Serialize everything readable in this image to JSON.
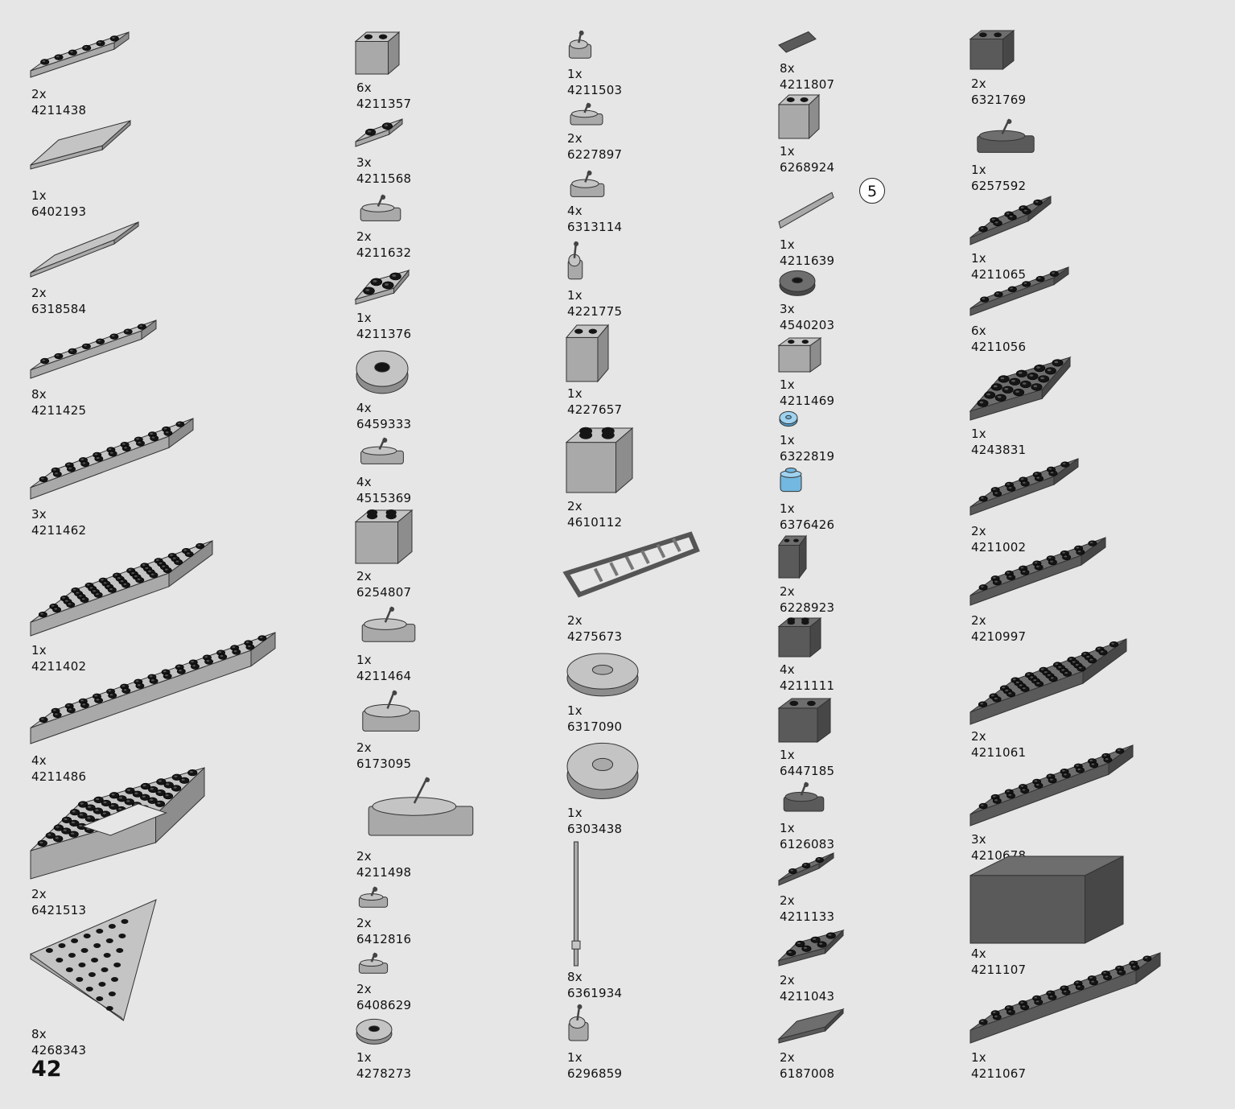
{
  "page_number": "42",
  "callout_step": "5",
  "colors": {
    "background": "#e6e6e6",
    "light_gray": "#a9a9a9",
    "dark_gray": "#5a5a5a",
    "stud_black": "#151515",
    "trans_blue": "#72b8e0",
    "outline": "#333333"
  },
  "parts": [
    {
      "qty": "2x",
      "id": "4211438",
      "icon": "plate-1x6-icon",
      "color": "light"
    },
    {
      "qty": "1x",
      "id": "6402193",
      "icon": "tile-6x6-icon",
      "color": "light"
    },
    {
      "qty": "2x",
      "id": "6318584",
      "icon": "tile-2x8-icon",
      "color": "light"
    },
    {
      "qty": "8x",
      "id": "4211425",
      "icon": "plate-1x8-icon",
      "color": "light"
    },
    {
      "qty": "3x",
      "id": "4211462",
      "icon": "plate-2x10-icon",
      "color": "light"
    },
    {
      "qty": "1x",
      "id": "4211402",
      "icon": "plate-4x10-icon",
      "color": "light"
    },
    {
      "qty": "4x",
      "id": "4211486",
      "icon": "plate-2x16-icon",
      "color": "light"
    },
    {
      "qty": "2x",
      "id": "6421513",
      "icon": "technic-frame-6x8-icon",
      "color": "light"
    },
    {
      "qty": "8x",
      "id": "4268343",
      "icon": "wedge-plate-icon",
      "color": "light"
    },
    {
      "qty": "6x",
      "id": "4211357",
      "icon": "slope-bracket-icon",
      "color": "light"
    },
    {
      "qty": "3x",
      "id": "4211568",
      "icon": "plate-1x2-icon",
      "color": "light"
    },
    {
      "qty": "2x",
      "id": "4211632",
      "icon": "plate-clips-icon",
      "color": "light"
    },
    {
      "qty": "1x",
      "id": "4211376",
      "icon": "plate-2x2-pin-icon",
      "color": "light"
    },
    {
      "qty": "4x",
      "id": "6459333",
      "icon": "round-plate-bars-icon",
      "color": "light"
    },
    {
      "qty": "4x",
      "id": "4515369",
      "icon": "plate-bar-handle-icon",
      "color": "light"
    },
    {
      "qty": "2x",
      "id": "6254807",
      "icon": "bracket-2x2-icon",
      "color": "light"
    },
    {
      "qty": "1x",
      "id": "4211464",
      "icon": "plate-handles-icon",
      "color": "light"
    },
    {
      "qty": "2x",
      "id": "6173095",
      "icon": "plate-pin-icon",
      "color": "light"
    },
    {
      "qty": "2x",
      "id": "4211498",
      "icon": "plate-rail-icon",
      "color": "light"
    },
    {
      "qty": "2x",
      "id": "6412816",
      "icon": "tile-rounded-icon",
      "color": "light"
    },
    {
      "qty": "2x",
      "id": "6408629",
      "icon": "tile-curved-icon",
      "color": "light"
    },
    {
      "qty": "1x",
      "id": "4278273",
      "icon": "round-plate-2x2-icon",
      "color": "light"
    },
    {
      "qty": "1x",
      "id": "4211503",
      "icon": "lightsaber-hilt-icon",
      "color": "light"
    },
    {
      "qty": "2x",
      "id": "6227897",
      "icon": "clip-bar-icon",
      "color": "light"
    },
    {
      "qty": "4x",
      "id": "6313114",
      "icon": "plate-clip-icon",
      "color": "light"
    },
    {
      "qty": "1x",
      "id": "4221775",
      "icon": "lever-base-icon",
      "color": "light"
    },
    {
      "qty": "1x",
      "id": "4227657",
      "icon": "minifig-legs-icon",
      "color": "light"
    },
    {
      "qty": "2x",
      "id": "4610112",
      "icon": "container-box-icon",
      "color": "light"
    },
    {
      "qty": "2x",
      "id": "4275673",
      "icon": "ladder-icon",
      "color": "light"
    },
    {
      "qty": "1x",
      "id": "6317090",
      "icon": "dish-icon",
      "color": "light"
    },
    {
      "qty": "1x",
      "id": "6303438",
      "icon": "round-container-icon",
      "color": "light"
    },
    {
      "qty": "8x",
      "id": "6361934",
      "icon": "antenna-bar-icon",
      "color": "light"
    },
    {
      "qty": "1x",
      "id": "6296859",
      "icon": "clip-light-icon",
      "color": "light"
    },
    {
      "qty": "8x",
      "id": "4211807",
      "icon": "technic-pin-icon",
      "color": "dark"
    },
    {
      "qty": "1x",
      "id": "6268924",
      "icon": "technic-connector-icon",
      "color": "light"
    },
    {
      "qty": "1x",
      "id": "4211639",
      "icon": "technic-axle-icon",
      "color": "light"
    },
    {
      "qty": "3x",
      "id": "4540203",
      "icon": "round-plate-studs-icon",
      "color": "dark"
    },
    {
      "qty": "1x",
      "id": "4211469",
      "icon": "slope-rail-icon",
      "color": "light"
    },
    {
      "qty": "1x",
      "id": "6322819",
      "icon": "round-tile-blue-icon",
      "color": "blue"
    },
    {
      "qty": "1x",
      "id": "6376426",
      "icon": "round-brick-blue-icon",
      "color": "blue"
    },
    {
      "qty": "2x",
      "id": "6228923",
      "icon": "technic-brick-1x1-icon",
      "color": "dark"
    },
    {
      "qty": "4x",
      "id": "4211111",
      "icon": "brick-2x2-hole-icon",
      "color": "dark"
    },
    {
      "qty": "1x",
      "id": "6447185",
      "icon": "slope-printed-icon",
      "color": "dark"
    },
    {
      "qty": "1x",
      "id": "6126083",
      "icon": "jumper-plate-icon",
      "color": "dark"
    },
    {
      "qty": "2x",
      "id": "4211133",
      "icon": "plate-1x3-dark-icon",
      "color": "dark"
    },
    {
      "qty": "2x",
      "id": "4211043",
      "icon": "plate-2x3-dark-icon",
      "color": "dark"
    },
    {
      "qty": "2x",
      "id": "6187008",
      "icon": "tile-2x4-dark-icon",
      "color": "dark"
    },
    {
      "qty": "2x",
      "id": "6321769",
      "icon": "brick-side-stud-icon",
      "color": "dark"
    },
    {
      "qty": "1x",
      "id": "6257592",
      "icon": "plate-jumper-1x4-icon",
      "color": "dark"
    },
    {
      "qty": "1x",
      "id": "4211065",
      "icon": "plate-2x4-dark-icon",
      "color": "dark"
    },
    {
      "qty": "6x",
      "id": "4211056",
      "icon": "plate-1x6-dark-icon",
      "color": "dark"
    },
    {
      "qty": "1x",
      "id": "4243831",
      "icon": "plate-4x4-dark-icon",
      "color": "dark"
    },
    {
      "qty": "2x",
      "id": "4211002",
      "icon": "plate-2x6-dark-icon",
      "color": "dark"
    },
    {
      "qty": "2x",
      "id": "4210997",
      "icon": "plate-2x8-dark-icon",
      "color": "dark"
    },
    {
      "qty": "2x",
      "id": "4211061",
      "icon": "plate-4x8-dark-icon",
      "color": "dark"
    },
    {
      "qty": "3x",
      "id": "4210678",
      "icon": "plate-2x10-dark-icon",
      "color": "dark"
    },
    {
      "qty": "4x",
      "id": "4211107",
      "icon": "brick-1x8-dark-icon",
      "color": "dark"
    },
    {
      "qty": "1x",
      "id": "4211067",
      "icon": "plate-2x12-dark-icon",
      "color": "dark"
    }
  ]
}
